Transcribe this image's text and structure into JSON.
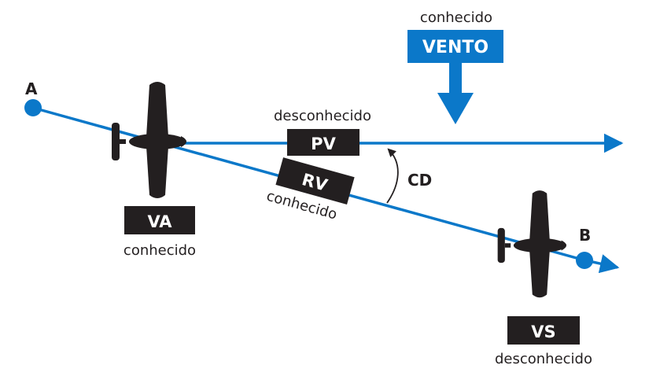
{
  "points": {
    "a": "A",
    "b": "B"
  },
  "wind": {
    "status": "conhecido",
    "label": "VENTO"
  },
  "heading": {
    "label": "PV",
    "status": "desconhecido"
  },
  "course": {
    "label": "RV",
    "status": "conhecido"
  },
  "drift": {
    "label": "CD"
  },
  "airspeed": {
    "label": "VA",
    "status": "conhecido"
  },
  "groundspeed": {
    "label": "VS",
    "status": "desconhecido"
  },
  "colors": {
    "blue": "#0b78c9",
    "dark": "#231f20",
    "white": "#ffffff"
  }
}
